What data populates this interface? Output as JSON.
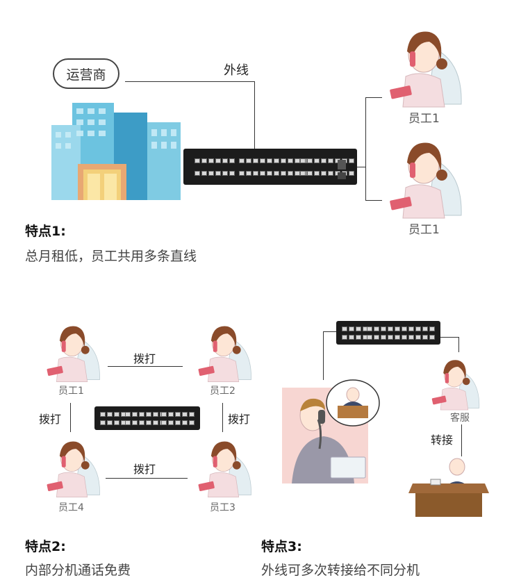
{
  "section1": {
    "operator_label": "运营商",
    "external_line_label": "外线",
    "employee_top_label": "员工1",
    "employee_bottom_label": "员工1",
    "feature_title": "特点1:",
    "feature_desc": "总月租低，员工共用多条直线"
  },
  "section2": {
    "emp1_label": "员工1",
    "emp2_label": "员工2",
    "emp3_label": "员工3",
    "emp4_label": "员工4",
    "dial_top": "拨打",
    "dial_left": "拨打",
    "dial_right": "拨打",
    "dial_bottom": "拨打",
    "feature_title": "特点2:",
    "feature_desc": "内部分机通话免费"
  },
  "section3": {
    "service_label": "客服",
    "transfer_label": "转接",
    "feature_title": "特点3:",
    "feature_desc": "外线可多次转接给不同分机"
  },
  "colors": {
    "line": "#333333",
    "switch_body": "#1c1c1c",
    "building_blue": "#5fb8d8",
    "building_glass": "#9ad6ea",
    "hair_brown": "#8a4b2a",
    "shirt_pink": "#f4dde0",
    "phone_red": "#e06070",
    "caller_bg": "#f7d6d2",
    "desk_brown": "#8b5a2b"
  },
  "icons": [
    "building-icon",
    "switch-icon",
    "woman-phone-icon",
    "man-phone-icon",
    "boss-desk-icon"
  ]
}
